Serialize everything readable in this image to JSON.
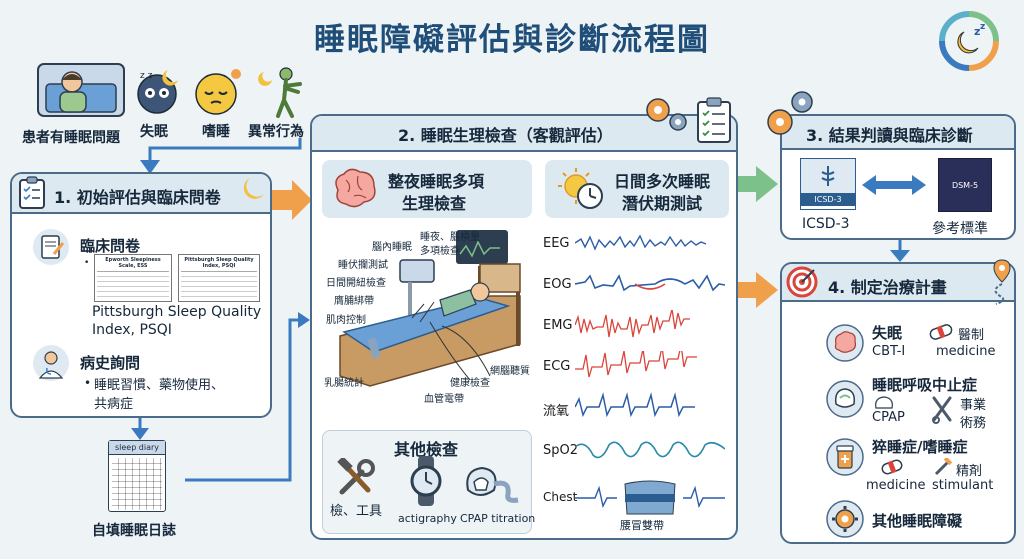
{
  "title": "睡眠障礙評估與診斷流程圖",
  "patient": {
    "label": "患者有睡眠問題",
    "symptoms": [
      "失眠",
      "嗜睡",
      "異常行為"
    ]
  },
  "step1": {
    "heading": "1. 初始評估與臨床問卷",
    "questionnaire_title": "臨床問卷",
    "ess_form_title": "Epworth Sleepiness Scale, ESS",
    "psqi_form_title": "Pittsburgh Sleep Quality Index, PSQI",
    "psqi_label_line1": "Pittsburgh Sleep Quality",
    "psqi_label_line2": "Index, PSQI",
    "history_title": "病史詢問",
    "history_line1": "睡眠習慣、藥物使用、",
    "history_line2": "共病症",
    "diary_cover": "sleep diary",
    "diary_label": "自填睡眠日誌"
  },
  "step2": {
    "heading": "2. 睡眠生理檢查（客觀評估）",
    "psg_title_line1": "整夜睡眠多項",
    "psg_title_line2": "生理檢查",
    "psg_labels": {
      "brain": "腦內睡眠",
      "sleep_test": "睡伏攔測試",
      "daytime": "日間開紐檢查",
      "chest": "膺脯綁帶",
      "muscle": "肌肉控制",
      "breast": "乳腸統計",
      "night": "睡夜、腦槓量",
      "multi": "多項檢查",
      "net": "網腦聽質",
      "health": "健康檢查",
      "vessel": "血管電帶"
    },
    "mslt_title_line1": "日間多次睡眠",
    "mslt_title_line2": "潛伏期測試",
    "signals": [
      "EEG",
      "EOG",
      "EMG",
      "ECG",
      "流氧",
      "SpO2",
      "Chest"
    ],
    "belt_label": "腰冒雙帶",
    "other_title": "其他檢查",
    "other_items": [
      "檢、工具",
      "actigraphy",
      "CPAP titration"
    ]
  },
  "step3": {
    "heading": "3. 結果判讀與臨床診斷",
    "icsd_cover": "ICSD-3",
    "icsd_label": "ICSD-3",
    "dsm_cover": "DSM-5",
    "dsm_label": "參考標準"
  },
  "step4": {
    "heading": "4. 制定治療計畫",
    "insomnia": "失眠",
    "cbt": "CBT-I",
    "med_a_line1": "醫制",
    "med_a_line2": "medicine",
    "osa": "睡眠呼吸中止症",
    "cpap": "CPAP",
    "surgery_line1": "事業",
    "surgery_line2": "術務",
    "narco": "猝睡症/嗜睡症",
    "med_b": "medicine",
    "stim_line1": "精剤",
    "stim_line2": "stimulant",
    "other": "其他睡眠障礙"
  },
  "colors": {
    "title": "#1f4e79",
    "panel_border": "#4a6b8a",
    "header_fill": "#dde9f1",
    "arrow_orange": "#f0a04b",
    "arrow_green": "#7cc08a",
    "arrow_blue": "#3a7bbf",
    "eeg": "#2b5da8",
    "emg": "#d9453b",
    "ecg": "#d9453b"
  }
}
